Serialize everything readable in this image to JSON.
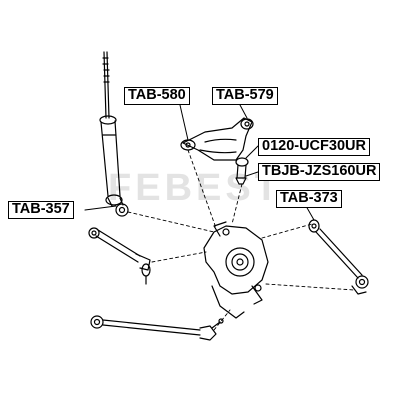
{
  "watermark": "FEBEST",
  "labels": {
    "tab580": "TAB-580",
    "tab579": "TAB-579",
    "ucf30ur": "0120-UCF30UR",
    "tbjb": "TBJB-JZS160UR",
    "tab357": "TAB-357",
    "tab373": "TAB-373"
  },
  "colors": {
    "line": "#000000",
    "leader": "#000000",
    "background": "#ffffff"
  }
}
